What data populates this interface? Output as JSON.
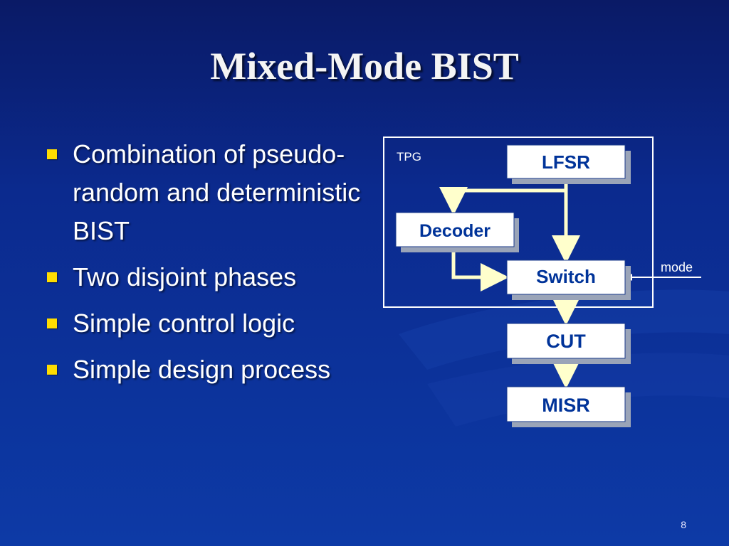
{
  "slide": {
    "title": "Mixed-Mode BIST",
    "page_number": "8"
  },
  "bullets": [
    "Combination of pseudo-random and deterministic BIST",
    "Two disjoint phases",
    "Simple control logic",
    "Simple design process"
  ],
  "diagram": {
    "tpg_label": "TPG",
    "mode_label": "mode",
    "blocks": {
      "lfsr": "LFSR",
      "decoder": "Decoder",
      "switch": "Switch",
      "cut": "CUT",
      "misr": "MISR"
    }
  },
  "colors": {
    "background": "#0b2a8e",
    "bullet": "#ffdd00",
    "arrow": "#ffffcc",
    "box_text": "#003399"
  }
}
